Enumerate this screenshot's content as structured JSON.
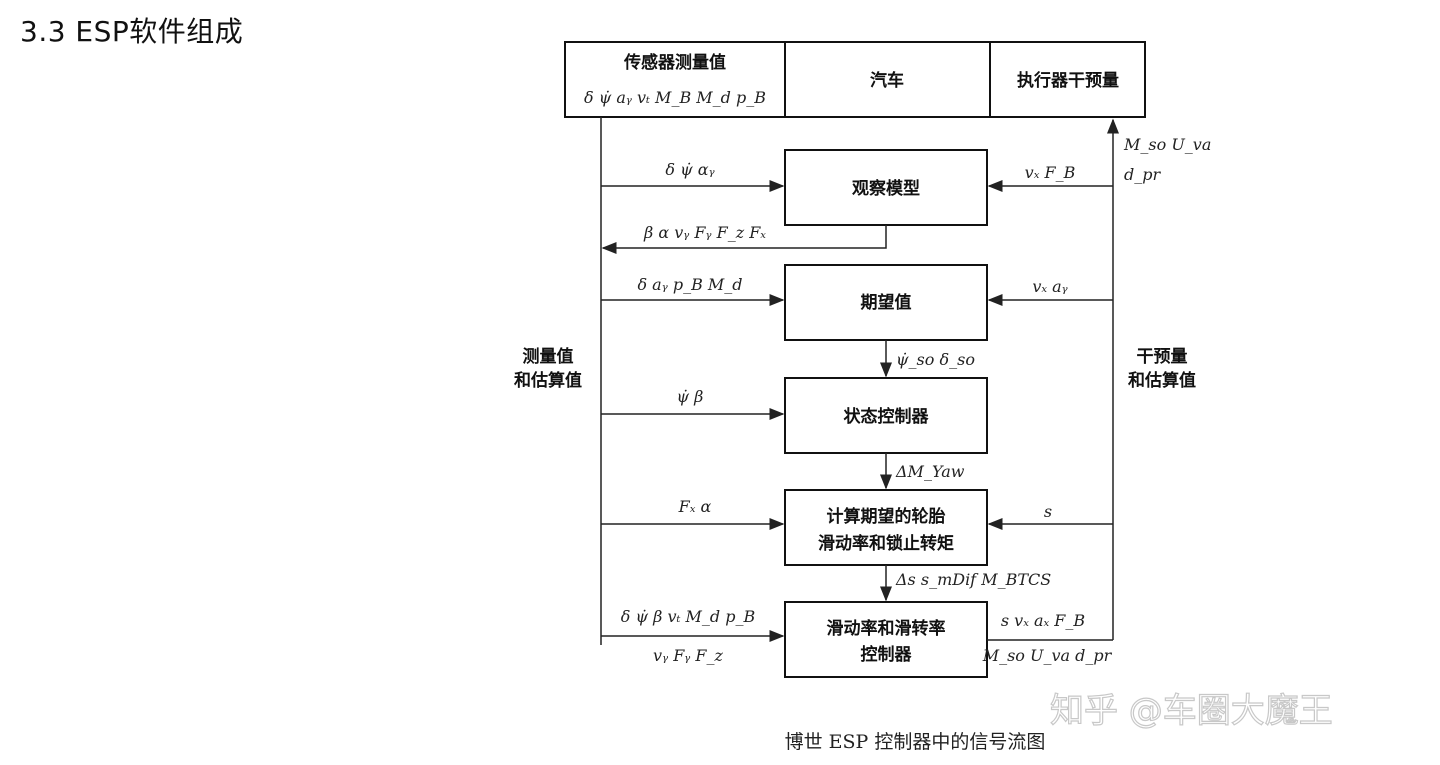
{
  "heading": "3.3 ESP软件组成",
  "top_row": {
    "sensor_title": "传感器测量值",
    "sensor_vars": "δ ψ̇ aᵧ vₜ M_B M_d p_B",
    "vehicle": "汽车",
    "actuator": "执行器干预量"
  },
  "boxes": {
    "observer": "观察模型",
    "desired": "期望值",
    "state_ctrl": "状态控制器",
    "slip_calc_1": "计算期望的轮胎",
    "slip_calc_2": "滑动率和锁止转矩",
    "slip_ctrl_1": "滑动率和滑转率",
    "slip_ctrl_2": "控制器"
  },
  "side_labels": {
    "left_1": "测量值",
    "left_2": "和估算值",
    "right_1": "干预量",
    "right_2": "和估算值"
  },
  "signals": {
    "observer_in_left": "δ ψ̇ αᵧ",
    "observer_in_right": "vₓ F_B",
    "observer_out": "β α vᵧ Fᵧ F_z Fₓ",
    "actuator_out_1": "M_so U_va",
    "actuator_out_2": "d_pr",
    "desired_in_left": "δ aᵧ p_B M_d",
    "desired_in_right": "vₓ aᵧ",
    "desired_out": "ψ̇_so δ_so",
    "state_in_left": "ψ̇ β",
    "state_out": "ΔM_Yaw",
    "slip_calc_in_left": "Fₓ α",
    "slip_calc_in_right": "s",
    "slip_calc_out": "Δs s_mDif M_BTCS",
    "slip_ctrl_in_left_1": "δ ψ̇ β vₜ M_d p_B",
    "slip_ctrl_in_left_2": "vᵧ Fᵧ F_z",
    "slip_ctrl_out_1": "s vₓ aₓ F_B",
    "slip_ctrl_out_2": "M_so U_va d_pr"
  },
  "caption": "博世 ESP 控制器中的信号流图",
  "watermark": "知乎 @车圈大魔王"
}
